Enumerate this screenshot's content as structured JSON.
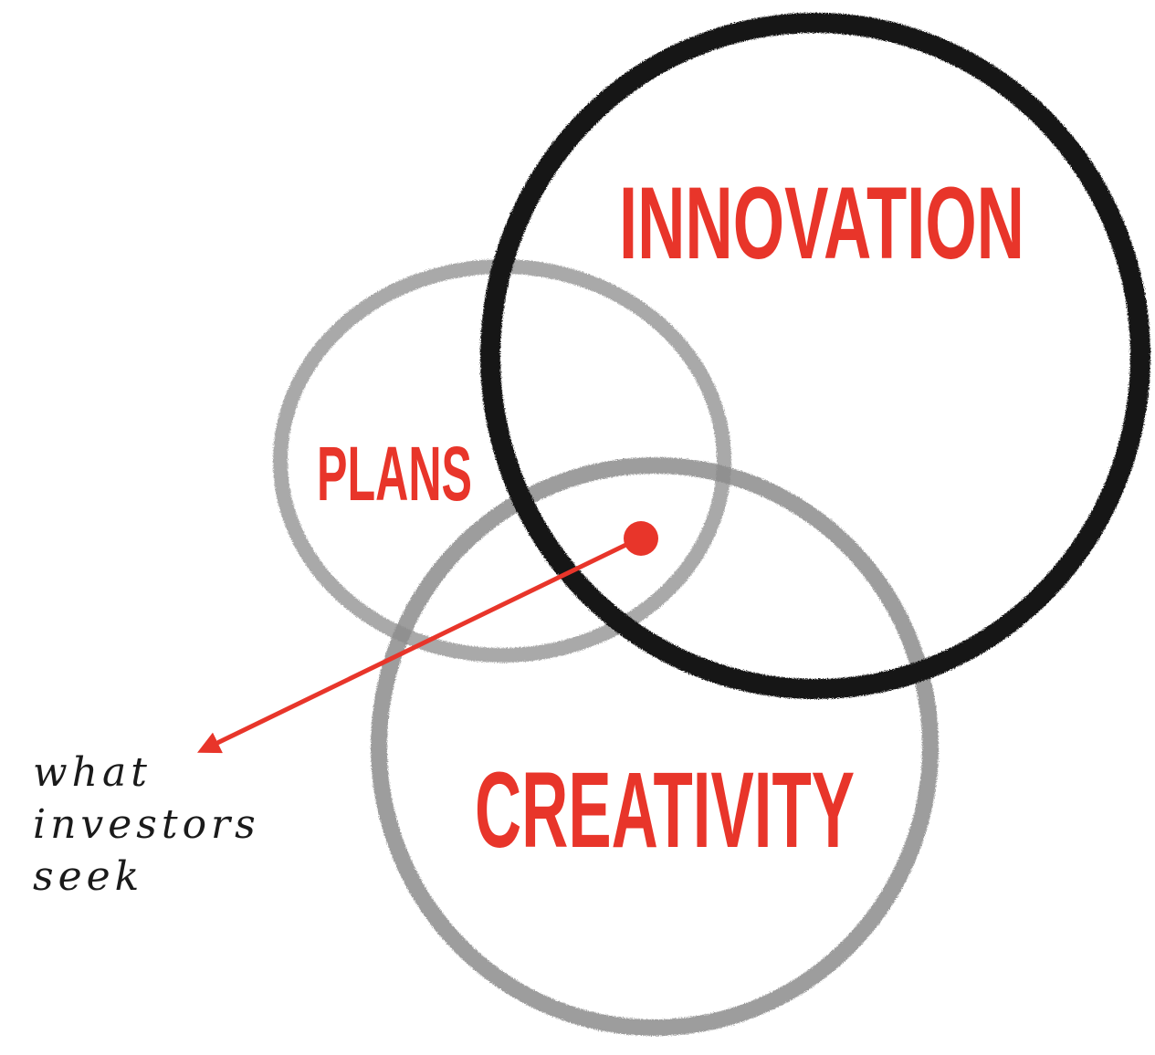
{
  "diagram": {
    "type": "venn",
    "sets": [
      {
        "id": "innovation",
        "label": "INNOVATION",
        "ring_color": "#111111"
      },
      {
        "id": "plans",
        "label": "PLANS",
        "ring_color": "#9a9a9a"
      },
      {
        "id": "creativity",
        "label": "CREATIVITY",
        "ring_color": "#8a8a8a"
      }
    ],
    "highlight": {
      "region": [
        "innovation",
        "plans",
        "creativity"
      ],
      "annotation_lines": [
        "what",
        "investors",
        "seek"
      ]
    },
    "colors": {
      "label": "#e8352a",
      "arrow": "#e8352a",
      "annotation_text": "#1a1a1a",
      "background": "#ffffff"
    }
  }
}
